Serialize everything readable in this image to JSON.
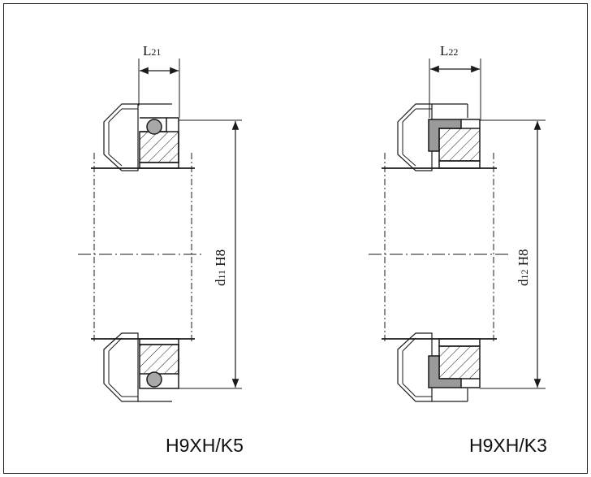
{
  "diagram": {
    "left": {
      "width_label": {
        "main": "L",
        "sub": "21"
      },
      "diameter_label": {
        "main_d": "d",
        "sub": "11",
        "tol": " H8"
      },
      "caption": "H9XH/K5"
    },
    "right": {
      "width_label": {
        "main": "L",
        "sub": "22"
      },
      "diameter_label": {
        "main_d": "d",
        "sub": "12",
        "tol": " H8"
      },
      "caption": "H9XH/K3"
    }
  },
  "colors": {
    "line": "#1a1a1a",
    "seal_gray": "#9a9a9a",
    "oring_gray": "#a8a8a8",
    "background": "#ffffff"
  }
}
